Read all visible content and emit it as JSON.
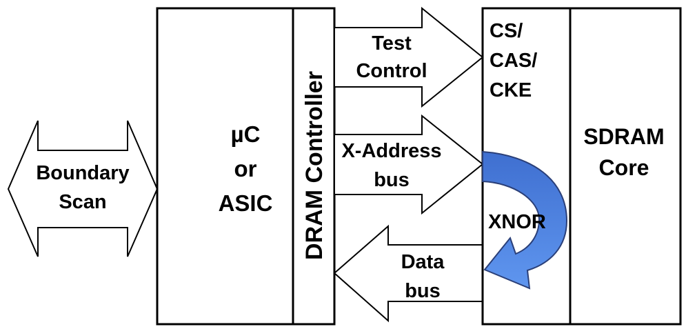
{
  "diagram": {
    "boundary_scan": {
      "line1": "Boundary",
      "line2": "Scan"
    },
    "processor": {
      "line1": "µC",
      "line2": "or",
      "line3": "ASIC"
    },
    "dram_controller": {
      "label": "DRAM Controller"
    },
    "test_control": {
      "line1": "Test",
      "line2": "Control"
    },
    "x_address_bus": {
      "line1": "X-Address",
      "line2": "bus"
    },
    "data_bus": {
      "line1": "Data",
      "line2": "bus"
    },
    "control_signals": {
      "line1": "CS/",
      "line2": "CAS/",
      "line3": "CKE"
    },
    "xnor": {
      "label": "XNOR"
    },
    "sdram_core": {
      "line1": "SDRAM",
      "line2": "Core"
    },
    "colors": {
      "xnor_arrow_dark": "#3f6fd0",
      "xnor_arrow_light": "#5f96ef"
    }
  }
}
